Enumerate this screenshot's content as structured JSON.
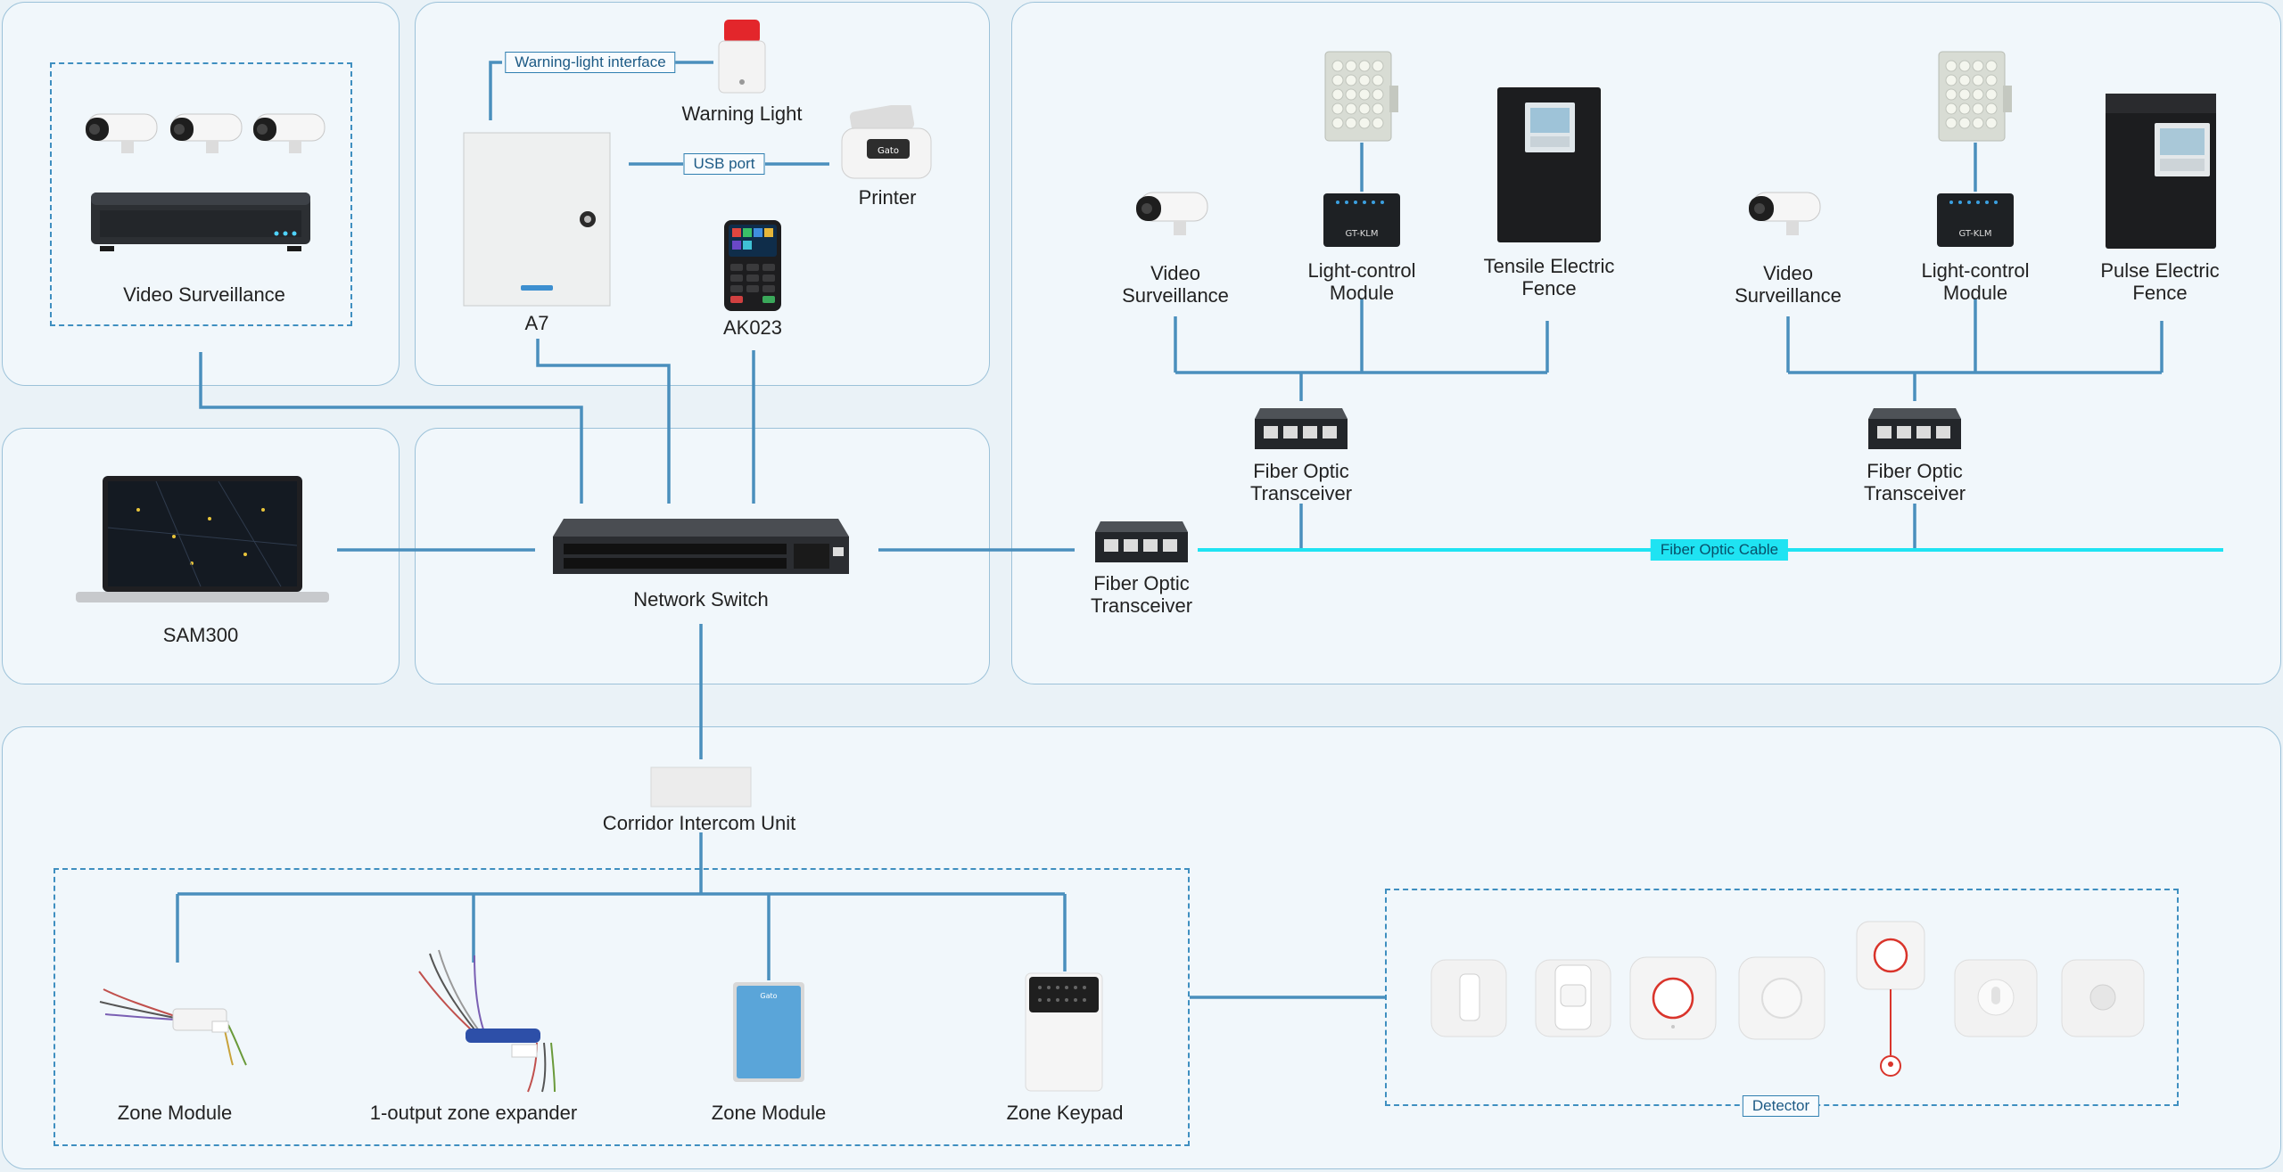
{
  "labels": {
    "video_surveillance_left": "Video Surveillance",
    "warning_light": "Warning Light",
    "printer": "Printer",
    "a7": "A7",
    "ak023": "AK023",
    "sam300": "SAM300",
    "network_switch": "Network Switch",
    "fiber_main": "Fiber Optic\nTransceiver",
    "fiber_g1": "Fiber Optic\nTransceiver",
    "fiber_g2": "Fiber Optic\nTransceiver",
    "video_g1": "Video\nSurveillance",
    "light_g1": "Light-control\nModule",
    "tensile_fence": "Tensile Electric\nFence",
    "video_g2": "Video\nSurveillance",
    "light_g2": "Light-control\nModule",
    "pulse_fence": "Pulse Electric\nFence",
    "corridor": "Corridor Intercom Unit",
    "zone_module_1": "Zone Module",
    "expander": "1-output zone expander",
    "zone_module_2": "Zone Module",
    "zone_keypad": "Zone Keypad"
  },
  "tags": {
    "warning_light_interface": "Warning-light interface",
    "usb_port": "USB port",
    "fiber_cable": "Fiber Optic Cable",
    "detector": "Detector"
  },
  "device_text": {
    "brand": "Gato",
    "light_module_model": "GT-KLM"
  },
  "colors": {
    "line": "#4a8fbd",
    "fiber": "#1fe3f2",
    "panel_border": "#9cc2d9"
  }
}
